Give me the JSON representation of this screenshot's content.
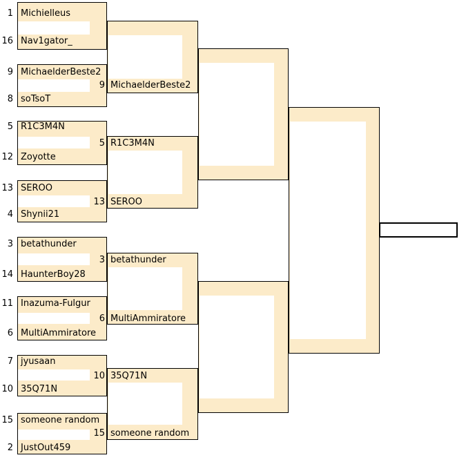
{
  "colors": {
    "box_fill": "#FCEBC9",
    "border": "#000000",
    "text": "#000000",
    "background": "#FFFFFF"
  },
  "round1": [
    {
      "top_seed": "1",
      "top_name": "Michielleus",
      "bottom_seed": "16",
      "bottom_name": "Nav1gator_"
    },
    {
      "top_seed": "9",
      "top_name": "MichaelderBeste2",
      "bottom_seed": "8",
      "bottom_name": "soTsoT"
    },
    {
      "top_seed": "5",
      "top_name": "R1C3M4N",
      "bottom_seed": "12",
      "bottom_name": "Zoyotte"
    },
    {
      "top_seed": "13",
      "top_name": "SEROO",
      "bottom_seed": "4",
      "bottom_name": "Shynii21"
    },
    {
      "top_seed": "3",
      "top_name": "betathunder",
      "bottom_seed": "14",
      "bottom_name": "HaunterBoy28"
    },
    {
      "top_seed": "11",
      "top_name": "Inazuma-Fulgur",
      "bottom_seed": "6",
      "bottom_name": "MultiAmmiratore"
    },
    {
      "top_seed": "7",
      "top_name": "jyusaan",
      "bottom_seed": "10",
      "bottom_name": "35Q71N"
    },
    {
      "top_seed": "15",
      "top_name": "someone random",
      "bottom_seed": "2",
      "bottom_name": "JustOut459"
    }
  ],
  "round2": [
    {
      "top_seed": "",
      "top_name": "",
      "bottom_seed": "9",
      "bottom_name": "MichaelderBeste2"
    },
    {
      "top_seed": "5",
      "top_name": "R1C3M4N",
      "bottom_seed": "13",
      "bottom_name": "SEROO"
    },
    {
      "top_seed": "3",
      "top_name": "betathunder",
      "bottom_seed": "6",
      "bottom_name": "MultiAmmiratore"
    },
    {
      "top_seed": "10",
      "top_name": "35Q71N",
      "bottom_seed": "15",
      "bottom_name": "someone random"
    }
  ],
  "round3": [
    {
      "top_seed": "",
      "top_name": "",
      "bottom_seed": "",
      "bottom_name": ""
    },
    {
      "top_seed": "",
      "top_name": "",
      "bottom_seed": "",
      "bottom_name": ""
    }
  ],
  "final": {
    "top_name": "",
    "bottom_name": ""
  },
  "champion": {
    "name": ""
  }
}
